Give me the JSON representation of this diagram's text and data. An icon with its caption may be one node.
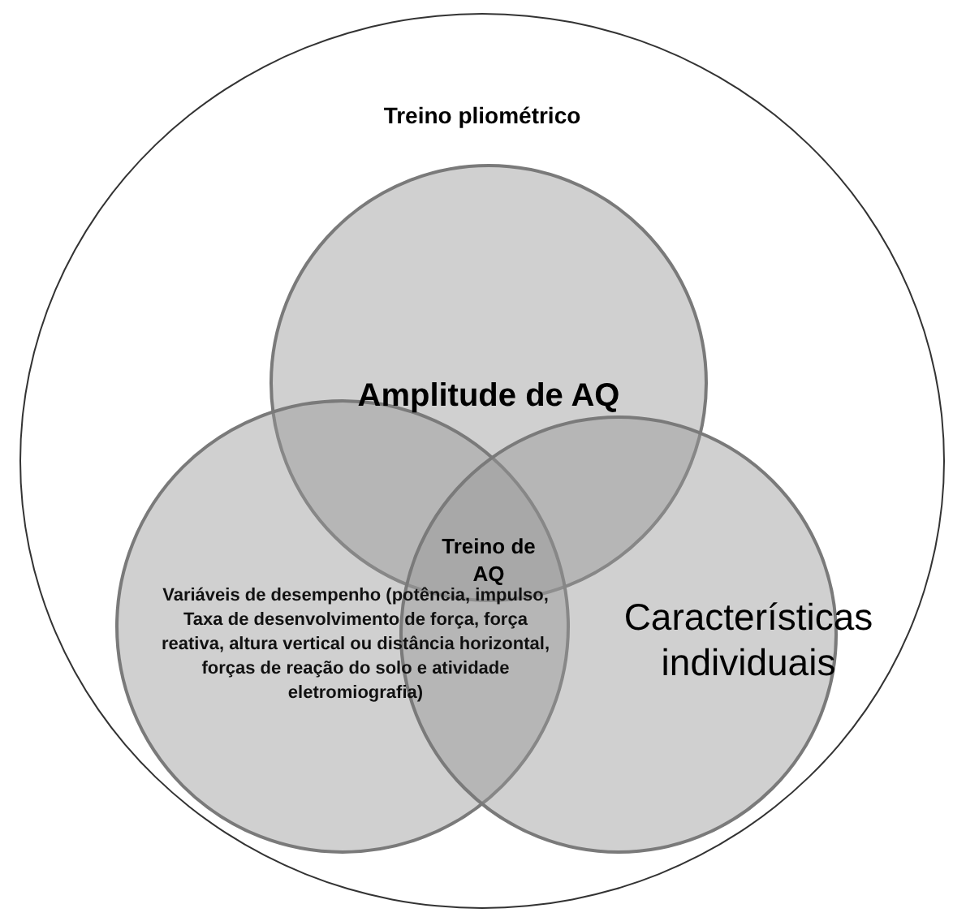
{
  "diagram": {
    "nodes": [
      {
        "text": [
          "Treino pliométrico"
        ]
      },
      {
        "text": [
          "Amplitude de AQ"
        ],
        "in": 0
      },
      {
        "text": [
          "Variáveis de desempenho (potência, impulso, Taxa de desenvolvimento de força, força reativa, altura vertical ou distância horizontal, forças de reação do solo e atividade eletromiografia)"
        ],
        "in": 0
      },
      {
        "text": [
          "Características individuais"
        ],
        "in": 0
      }
    ],
    "edges": [],
    "labels": [
      "Treino de AQ"
    ]
  }
}
